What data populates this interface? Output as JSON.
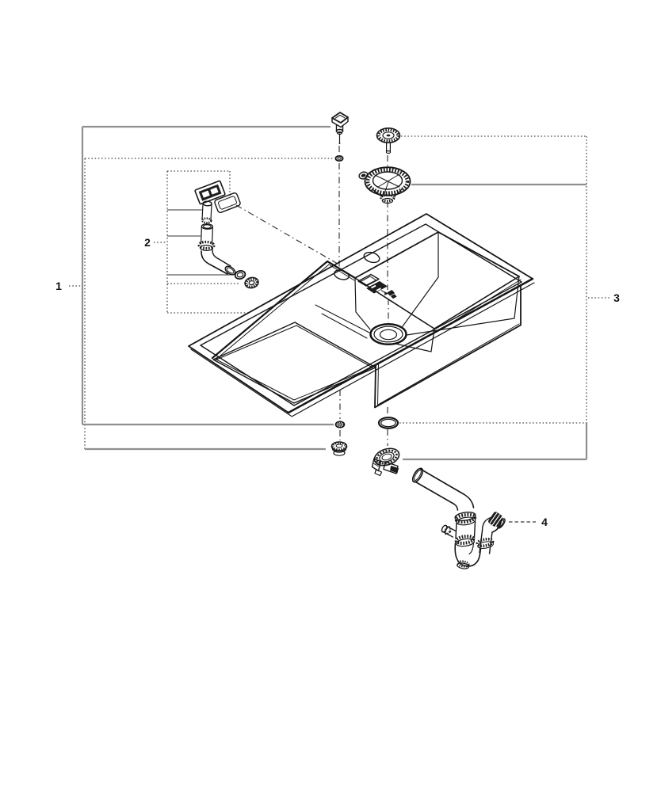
{
  "diagram": {
    "kind": "exploded-parts-diagram",
    "callouts": [
      {
        "number": "1"
      },
      {
        "number": "2"
      },
      {
        "number": "3"
      },
      {
        "number": "4"
      }
    ],
    "colors": {
      "background": "#ffffff",
      "line_ink": "#161616",
      "leader_gray": "#8f8f8f",
      "leader_dotted": "#4a4a4a"
    }
  }
}
